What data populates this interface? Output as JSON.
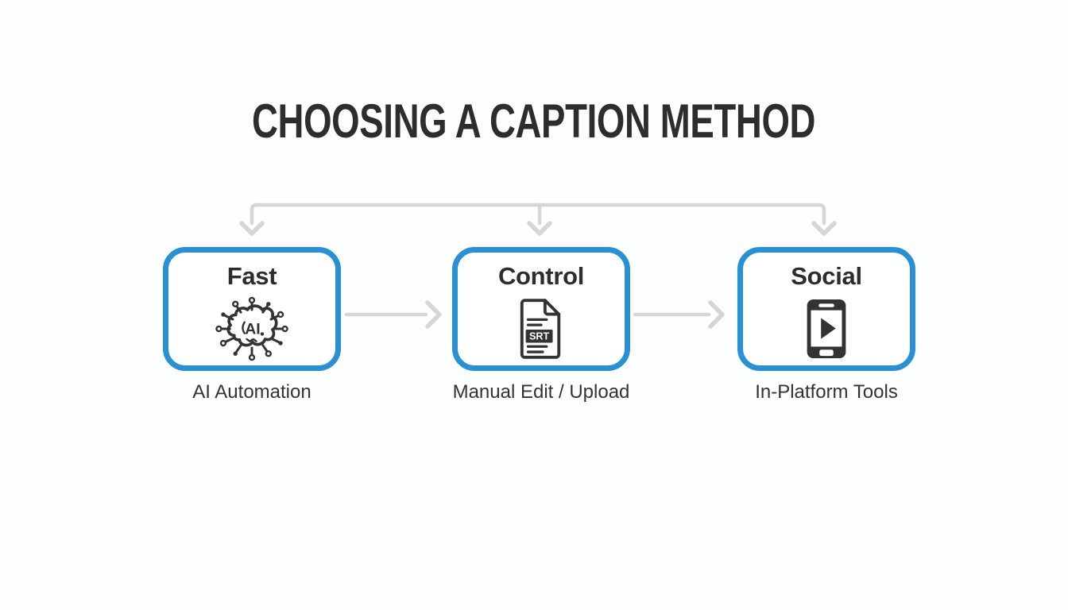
{
  "title": "CHOOSING A CAPTION METHOD",
  "colors": {
    "accent_blue": "#2990d5",
    "connector_gray": "#d6d6d6",
    "text_dark": "#2d2d2d",
    "icon_dark": "#333333"
  },
  "methods": [
    {
      "label": "Fast",
      "caption": "AI Automation",
      "icon": "ai-brain-icon",
      "icon_text": "AI"
    },
    {
      "label": "Control",
      "caption": "Manual Edit / Upload",
      "icon": "srt-document-icon",
      "icon_text": "SRT"
    },
    {
      "label": "Social",
      "caption": "In-Platform Tools",
      "icon": "phone-play-icon"
    }
  ]
}
